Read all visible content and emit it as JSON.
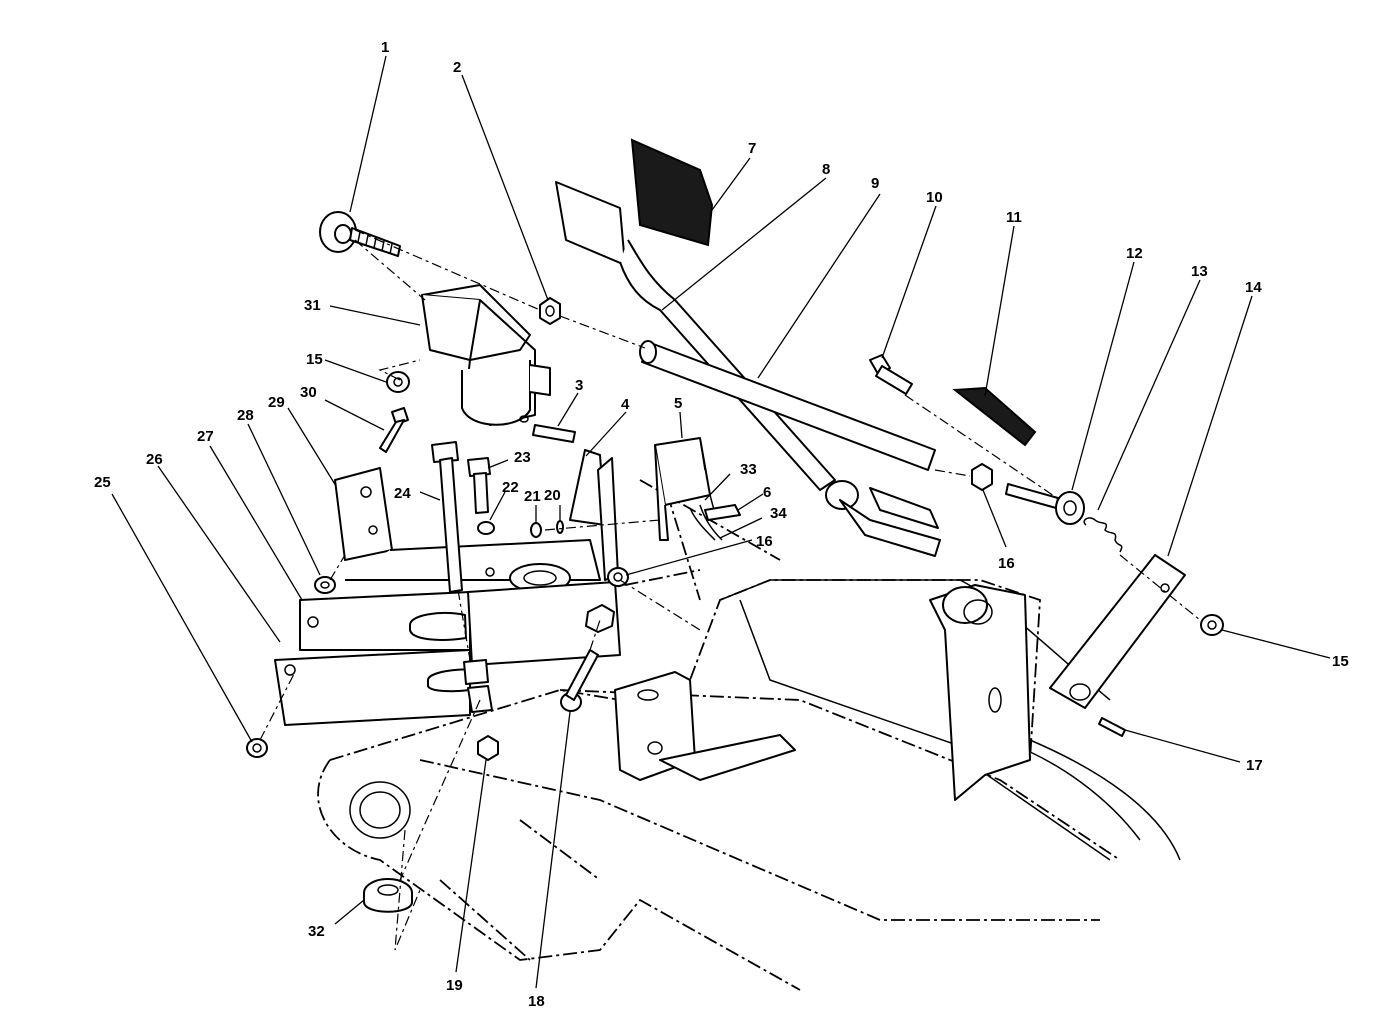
{
  "callouts": [
    {
      "id": "1",
      "label": "1"
    },
    {
      "id": "2",
      "label": "2"
    },
    {
      "id": "3",
      "label": "3"
    },
    {
      "id": "4",
      "label": "4"
    },
    {
      "id": "5",
      "label": "5"
    },
    {
      "id": "6",
      "label": "6"
    },
    {
      "id": "7",
      "label": "7"
    },
    {
      "id": "8",
      "label": "8"
    },
    {
      "id": "9",
      "label": "9"
    },
    {
      "id": "10",
      "label": "10"
    },
    {
      "id": "11",
      "label": "11"
    },
    {
      "id": "12",
      "label": "12"
    },
    {
      "id": "13",
      "label": "13"
    },
    {
      "id": "14",
      "label": "14"
    },
    {
      "id": "15a",
      "label": "15"
    },
    {
      "id": "15b",
      "label": "15"
    },
    {
      "id": "16a",
      "label": "16"
    },
    {
      "id": "16b",
      "label": "16"
    },
    {
      "id": "17",
      "label": "17"
    },
    {
      "id": "18",
      "label": "18"
    },
    {
      "id": "19",
      "label": "19"
    },
    {
      "id": "20",
      "label": "20"
    },
    {
      "id": "21",
      "label": "21"
    },
    {
      "id": "22",
      "label": "22"
    },
    {
      "id": "23",
      "label": "23"
    },
    {
      "id": "24",
      "label": "24"
    },
    {
      "id": "25",
      "label": "25"
    },
    {
      "id": "26",
      "label": "26"
    },
    {
      "id": "27",
      "label": "27"
    },
    {
      "id": "28",
      "label": "28"
    },
    {
      "id": "29",
      "label": "29"
    },
    {
      "id": "30",
      "label": "30"
    },
    {
      "id": "31",
      "label": "31"
    },
    {
      "id": "32",
      "label": "32"
    },
    {
      "id": "33",
      "label": "33"
    },
    {
      "id": "34",
      "label": "34"
    }
  ]
}
